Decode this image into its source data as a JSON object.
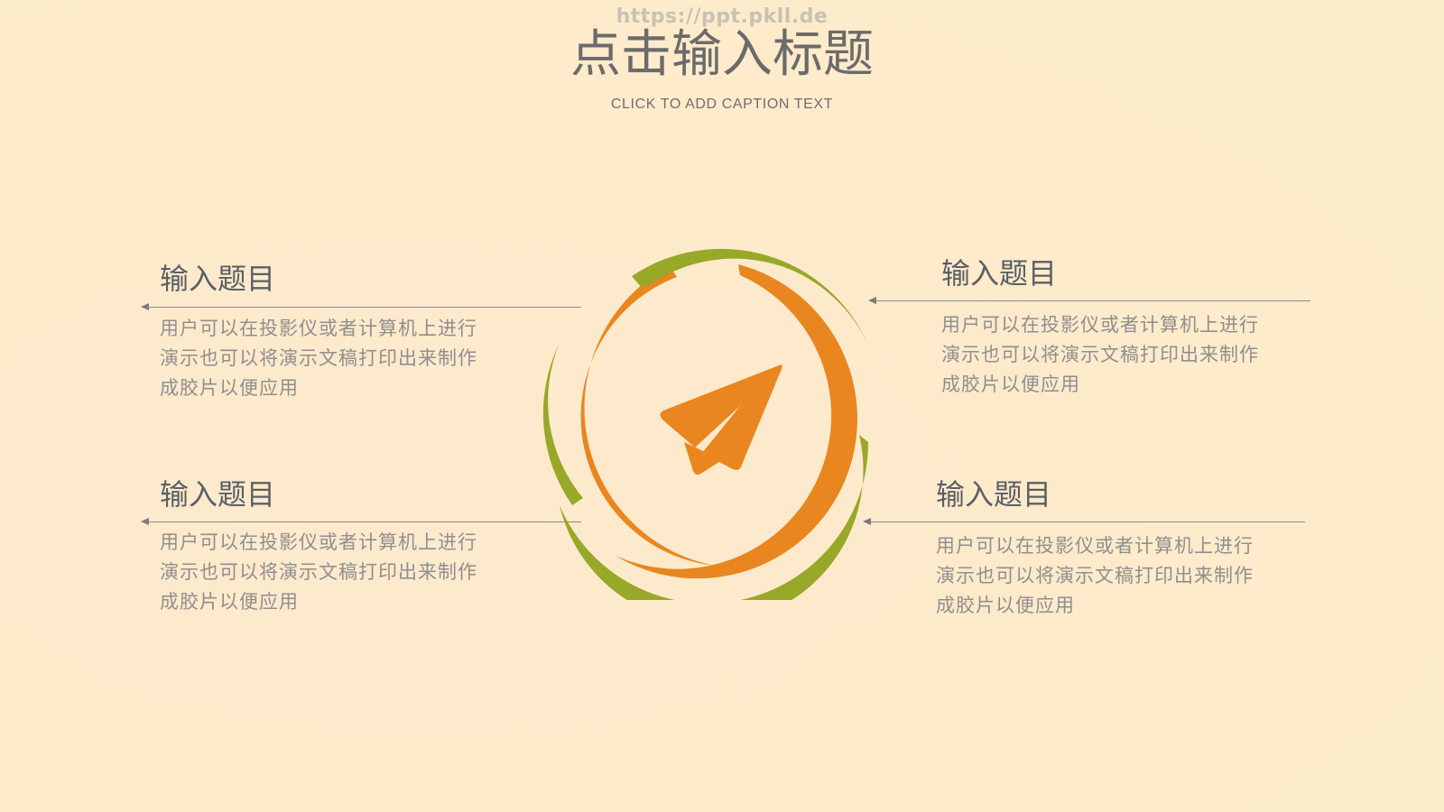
{
  "watermark": "https://ppt.pkll.de",
  "title": "点击输入标题",
  "subtitle": "CLICK TO ADD CAPTION TEXT",
  "items": [
    {
      "heading": "输入题目",
      "lines": [
        "用户可以在投影仪或者计算机上进行",
        "演示也可以将演示文稿打印出来制作",
        "成胶片以便应用"
      ]
    },
    {
      "heading": "输入题目",
      "lines": [
        "用户可以在投影仪或者计算机上进行",
        "演示也可以将演示文稿打印出来制作",
        "成胶片以便应用"
      ]
    },
    {
      "heading": "输入题目",
      "lines": [
        "用户可以在投影仪或者计算机上进行",
        "演示也可以将演示文稿打印出来制作",
        "成胶片以便应用"
      ]
    },
    {
      "heading": "输入题目",
      "lines": [
        "用户可以在投影仪或者计算机上进行",
        "演示也可以将演示文稿打印出来制作",
        "成胶片以便应用"
      ]
    }
  ],
  "center_icon": "paper-plane-icon",
  "colors": {
    "background": "#fdebcb",
    "orange": "#e9861f",
    "green": "#98a828",
    "title": "#6c6b6b",
    "heading": "#5b5f66",
    "body": "#8f8f8f"
  }
}
